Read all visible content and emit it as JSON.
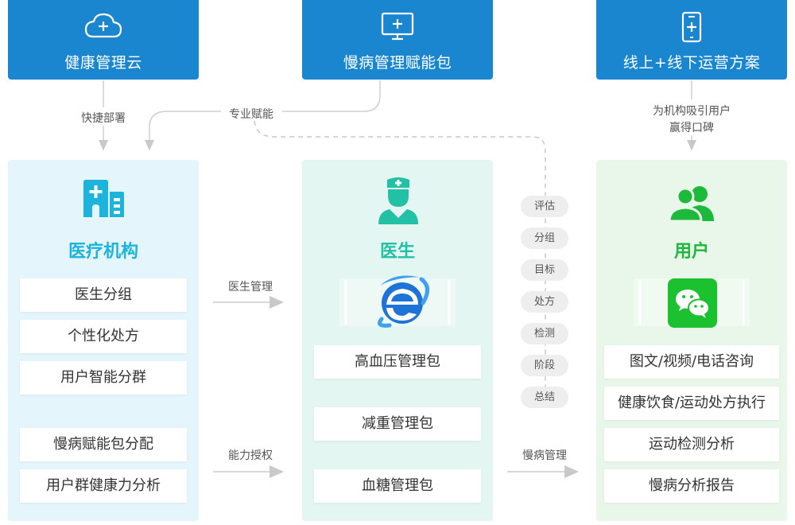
{
  "top_boxes": {
    "cloud": {
      "title": "健康管理云",
      "icon": "cloud-plus-icon"
    },
    "package": {
      "title": "慢病管理赋能包",
      "icon": "monitor-plus-icon"
    },
    "plan": {
      "title": "线上+线下运营方案",
      "icon": "phone-plus-icon"
    }
  },
  "connectors": {
    "deploy": "快捷部署",
    "empower": "专业赋能",
    "attract_line1": "为机构吸引用户",
    "attract_line2": "赢得口碑",
    "doctor_mgmt": "医生管理",
    "authorize": "能力授权",
    "chronic_mgmt": "慢病管理"
  },
  "columns": {
    "institution": {
      "title": "医疗机构",
      "icon": "hospital-icon",
      "items": [
        "医生分组",
        "个性化处方",
        "用户智能分群",
        "慢病赋能包分配",
        "用户群健康力分析"
      ]
    },
    "doctor": {
      "title": "医生",
      "icon": "doctor-icon",
      "app_icon": "browser-e-icon",
      "items": [
        "高血压管理包",
        "减重管理包",
        "血糖管理包"
      ]
    },
    "user": {
      "title": "用户",
      "icon": "users-icon",
      "app_icon": "wechat-icon",
      "items": [
        "图文/视频/电话咨询",
        "健康饮食/运动处方执行",
        "运动检测分析",
        "慢病分析报告"
      ]
    }
  },
  "process_steps": [
    "评估",
    "分组",
    "目标",
    "处方",
    "检测",
    "阶段",
    "总结"
  ],
  "colors": {
    "top_box": "#1a86d0",
    "institution_bg": "#e4f6fb",
    "institution_accent": "#1cb4dc",
    "doctor_bg": "#e3f6f2",
    "doctor_accent": "#22c0a4",
    "user_bg": "#e8f7ea",
    "user_accent": "#1cb93a"
  }
}
